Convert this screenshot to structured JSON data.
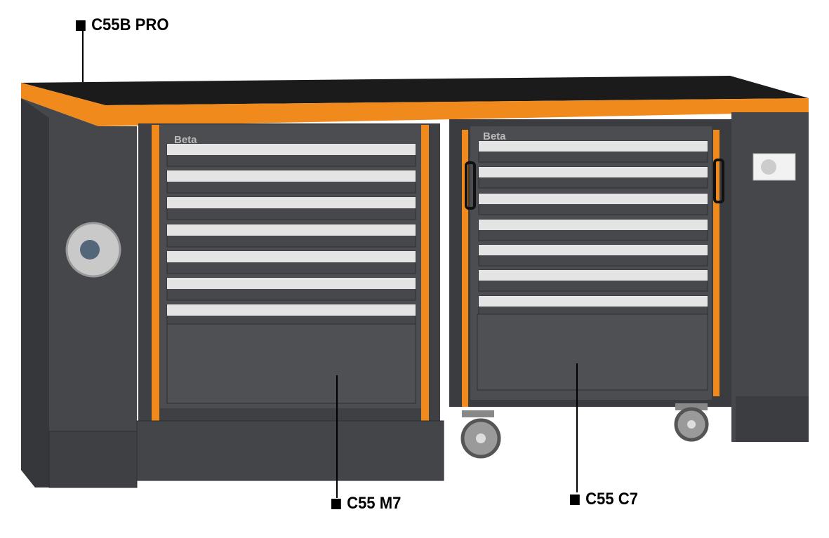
{
  "labels": {
    "workbench": "C55B PRO",
    "fixed_drawer_unit": "C55 M7",
    "mobile_trolley": "C55 C7"
  },
  "brand_logo": "Beta",
  "colors": {
    "cabinet": "#4a4c50",
    "cabinet_dark": "#3a3c40",
    "accent_orange": "#f08a1c",
    "worktop": "#1b1b1b",
    "drawer_handle": "#e4e4e4"
  }
}
